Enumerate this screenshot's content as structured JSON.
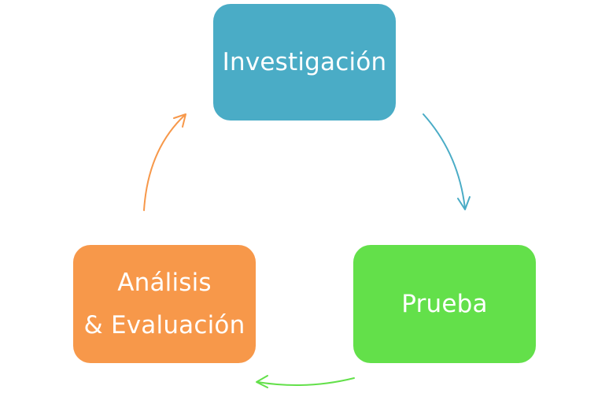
{
  "diagram": {
    "type": "cycle",
    "nodes": [
      {
        "id": "investigacion",
        "lines": [
          "Investigación"
        ],
        "color": "#4aacc6"
      },
      {
        "id": "prueba",
        "lines": [
          "Prueba"
        ],
        "color": "#63e04a"
      },
      {
        "id": "analisis",
        "lines": [
          "Análisis",
          "& Evaluación"
        ],
        "color": "#f7984a"
      }
    ],
    "edges": [
      {
        "from": "investigacion",
        "to": "prueba",
        "color": "#4aacc6"
      },
      {
        "from": "prueba",
        "to": "analisis",
        "color": "#63e04a"
      },
      {
        "from": "analisis",
        "to": "investigacion",
        "color": "#f7984a"
      }
    ]
  }
}
